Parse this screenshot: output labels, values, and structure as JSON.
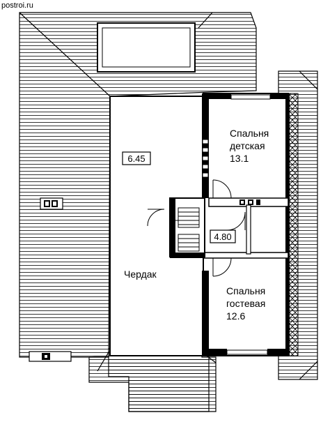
{
  "watermark": "postroi.ru",
  "rooms": {
    "attic": {
      "name": "Чердак",
      "area": "6.45"
    },
    "children_bedroom": {
      "name_line1": "Спальня",
      "name_line2": "детская",
      "area": "13.1"
    },
    "hall": {
      "area": "4.80"
    },
    "guest_bedroom": {
      "name_line1": "Спальня",
      "name_line2": "гостевая",
      "area": "12.6"
    }
  },
  "colors": {
    "line": "#000000",
    "background": "#ffffff"
  }
}
